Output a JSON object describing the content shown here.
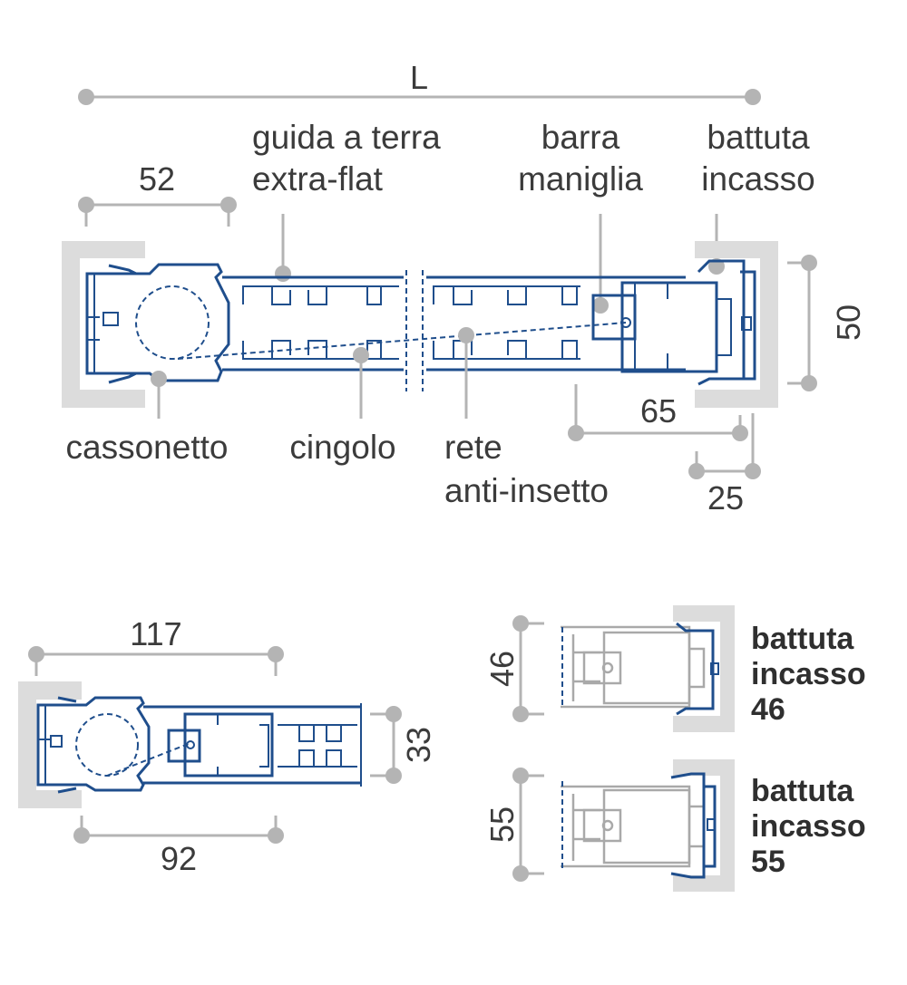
{
  "diagram": {
    "top_dimension": "L",
    "labels": {
      "guida_line1": "guida a terra",
      "guida_line2": "extra-flat",
      "barra_line1": "barra",
      "barra_line2": "maniglia",
      "battuta_line1": "battuta",
      "battuta_line2": "incasso",
      "cassonetto": "cassonetto",
      "cingolo": "cingolo",
      "rete_line1": "rete",
      "rete_line2": "anti-insetto"
    },
    "dimensions": {
      "d52": "52",
      "d50": "50",
      "d65": "65",
      "d25": "25",
      "d117": "117",
      "d33": "33",
      "d92": "92",
      "d46": "46",
      "d55": "55"
    },
    "variants": [
      {
        "line1": "battuta",
        "line2": "incasso",
        "line3": "46"
      },
      {
        "line1": "battuta",
        "line2": "incasso",
        "line3": "55"
      }
    ]
  }
}
